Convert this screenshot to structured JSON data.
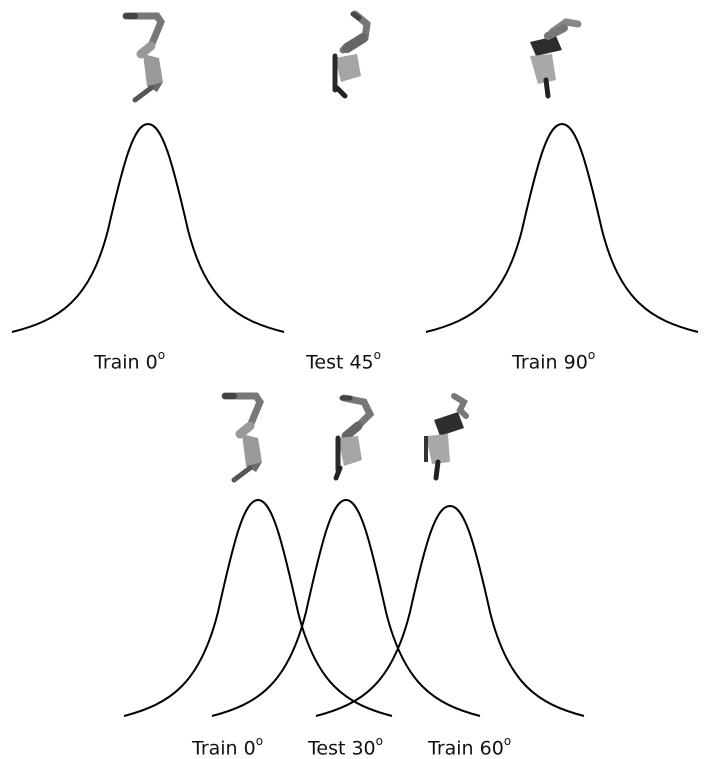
{
  "top_panel": {
    "labels": [
      {
        "id": "train-0",
        "text": "Train 0",
        "sup": "o"
      },
      {
        "id": "test-45",
        "text": "Test 45",
        "sup": "o"
      },
      {
        "id": "train-90",
        "text": "Train 90",
        "sup": "o"
      }
    ],
    "curves": [
      "train-0",
      "train-90"
    ],
    "figures": [
      "pose-0",
      "pose-45",
      "pose-90"
    ]
  },
  "bottom_panel": {
    "labels": [
      {
        "id": "train-0",
        "text": "Train 0",
        "sup": "o"
      },
      {
        "id": "test-30",
        "text": "Test 30",
        "sup": "o"
      },
      {
        "id": "train-60",
        "text": "Train 60",
        "sup": "o"
      }
    ],
    "curves": [
      "train-0",
      "test-30",
      "train-60"
    ],
    "figures": [
      "pose-0",
      "pose-30",
      "pose-60"
    ]
  },
  "colors": {
    "curve": "#000000",
    "limb_light": "#8a8a8a",
    "limb_mid": "#6e6e6e",
    "limb_dark": "#2a2a2a",
    "cone": "#a8a8a8"
  }
}
